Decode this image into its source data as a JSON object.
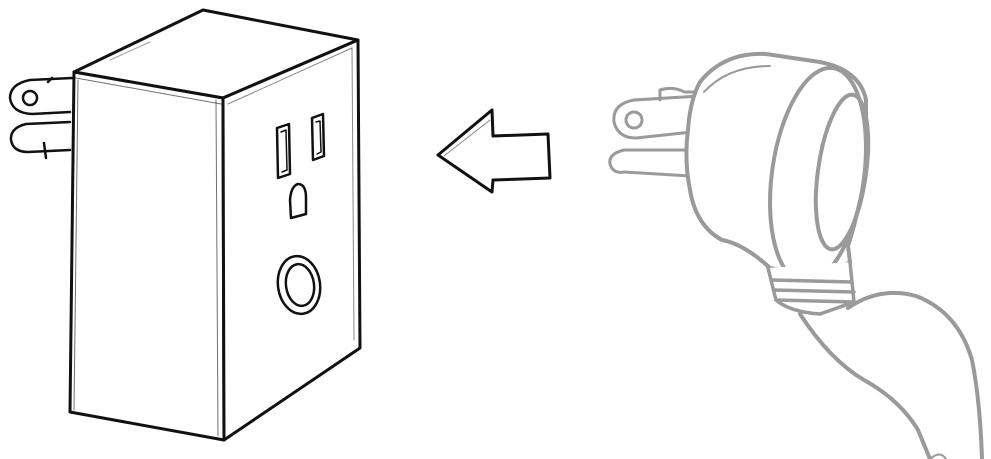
{
  "illustration": {
    "colors": {
      "background": "#ffffff",
      "smart_plug_ink": "#111111",
      "arrow_ink": "#111111",
      "plug_ink": "#9a9a9a"
    },
    "items": [
      {
        "name": "smart-plug",
        "depicts": "smart-plug-outlet-with-button"
      },
      {
        "name": "insert-arrow",
        "depicts": "left-arrow"
      },
      {
        "name": "appliance-plug",
        "depicts": "three-prong-plug-with-cord"
      }
    ]
  }
}
